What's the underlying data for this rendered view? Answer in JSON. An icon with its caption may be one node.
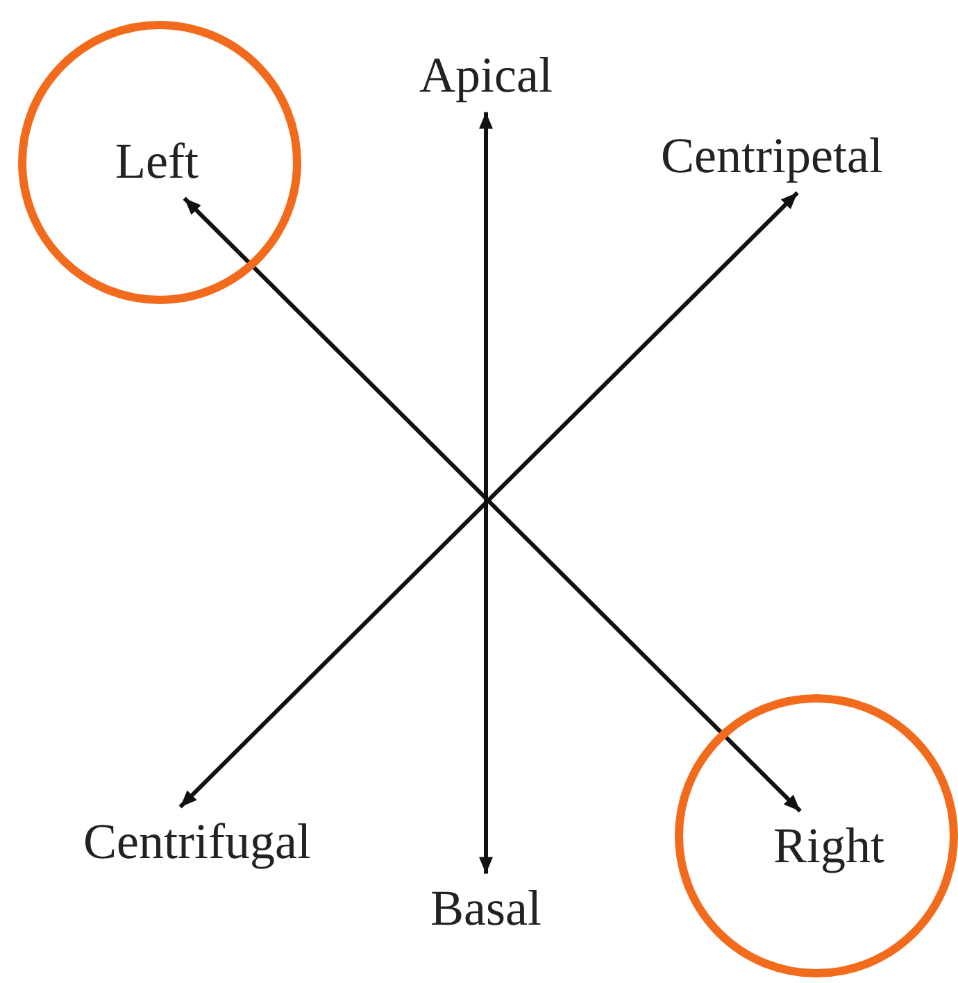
{
  "diagram": {
    "nodes": [
      {
        "text": [
          "Apical"
        ]
      },
      {
        "text": [],
        "shape": "circle"
      },
      {
        "text": [
          "Left"
        ],
        "in": 1
      },
      {
        "text": [
          "Centripetal"
        ]
      },
      {
        "text": [
          "Centrifugal"
        ]
      },
      {
        "text": [
          "Basal"
        ]
      },
      {
        "text": [],
        "shape": "circle"
      },
      {
        "text": [
          "Right"
        ],
        "in": 6
      }
    ],
    "edges": [
      {
        "from": 5,
        "to": 0,
        "arrow": "both"
      },
      {
        "from": 2,
        "to": 7,
        "arrow": "both"
      },
      {
        "from": 4,
        "to": 3,
        "arrow": "both"
      }
    ]
  }
}
